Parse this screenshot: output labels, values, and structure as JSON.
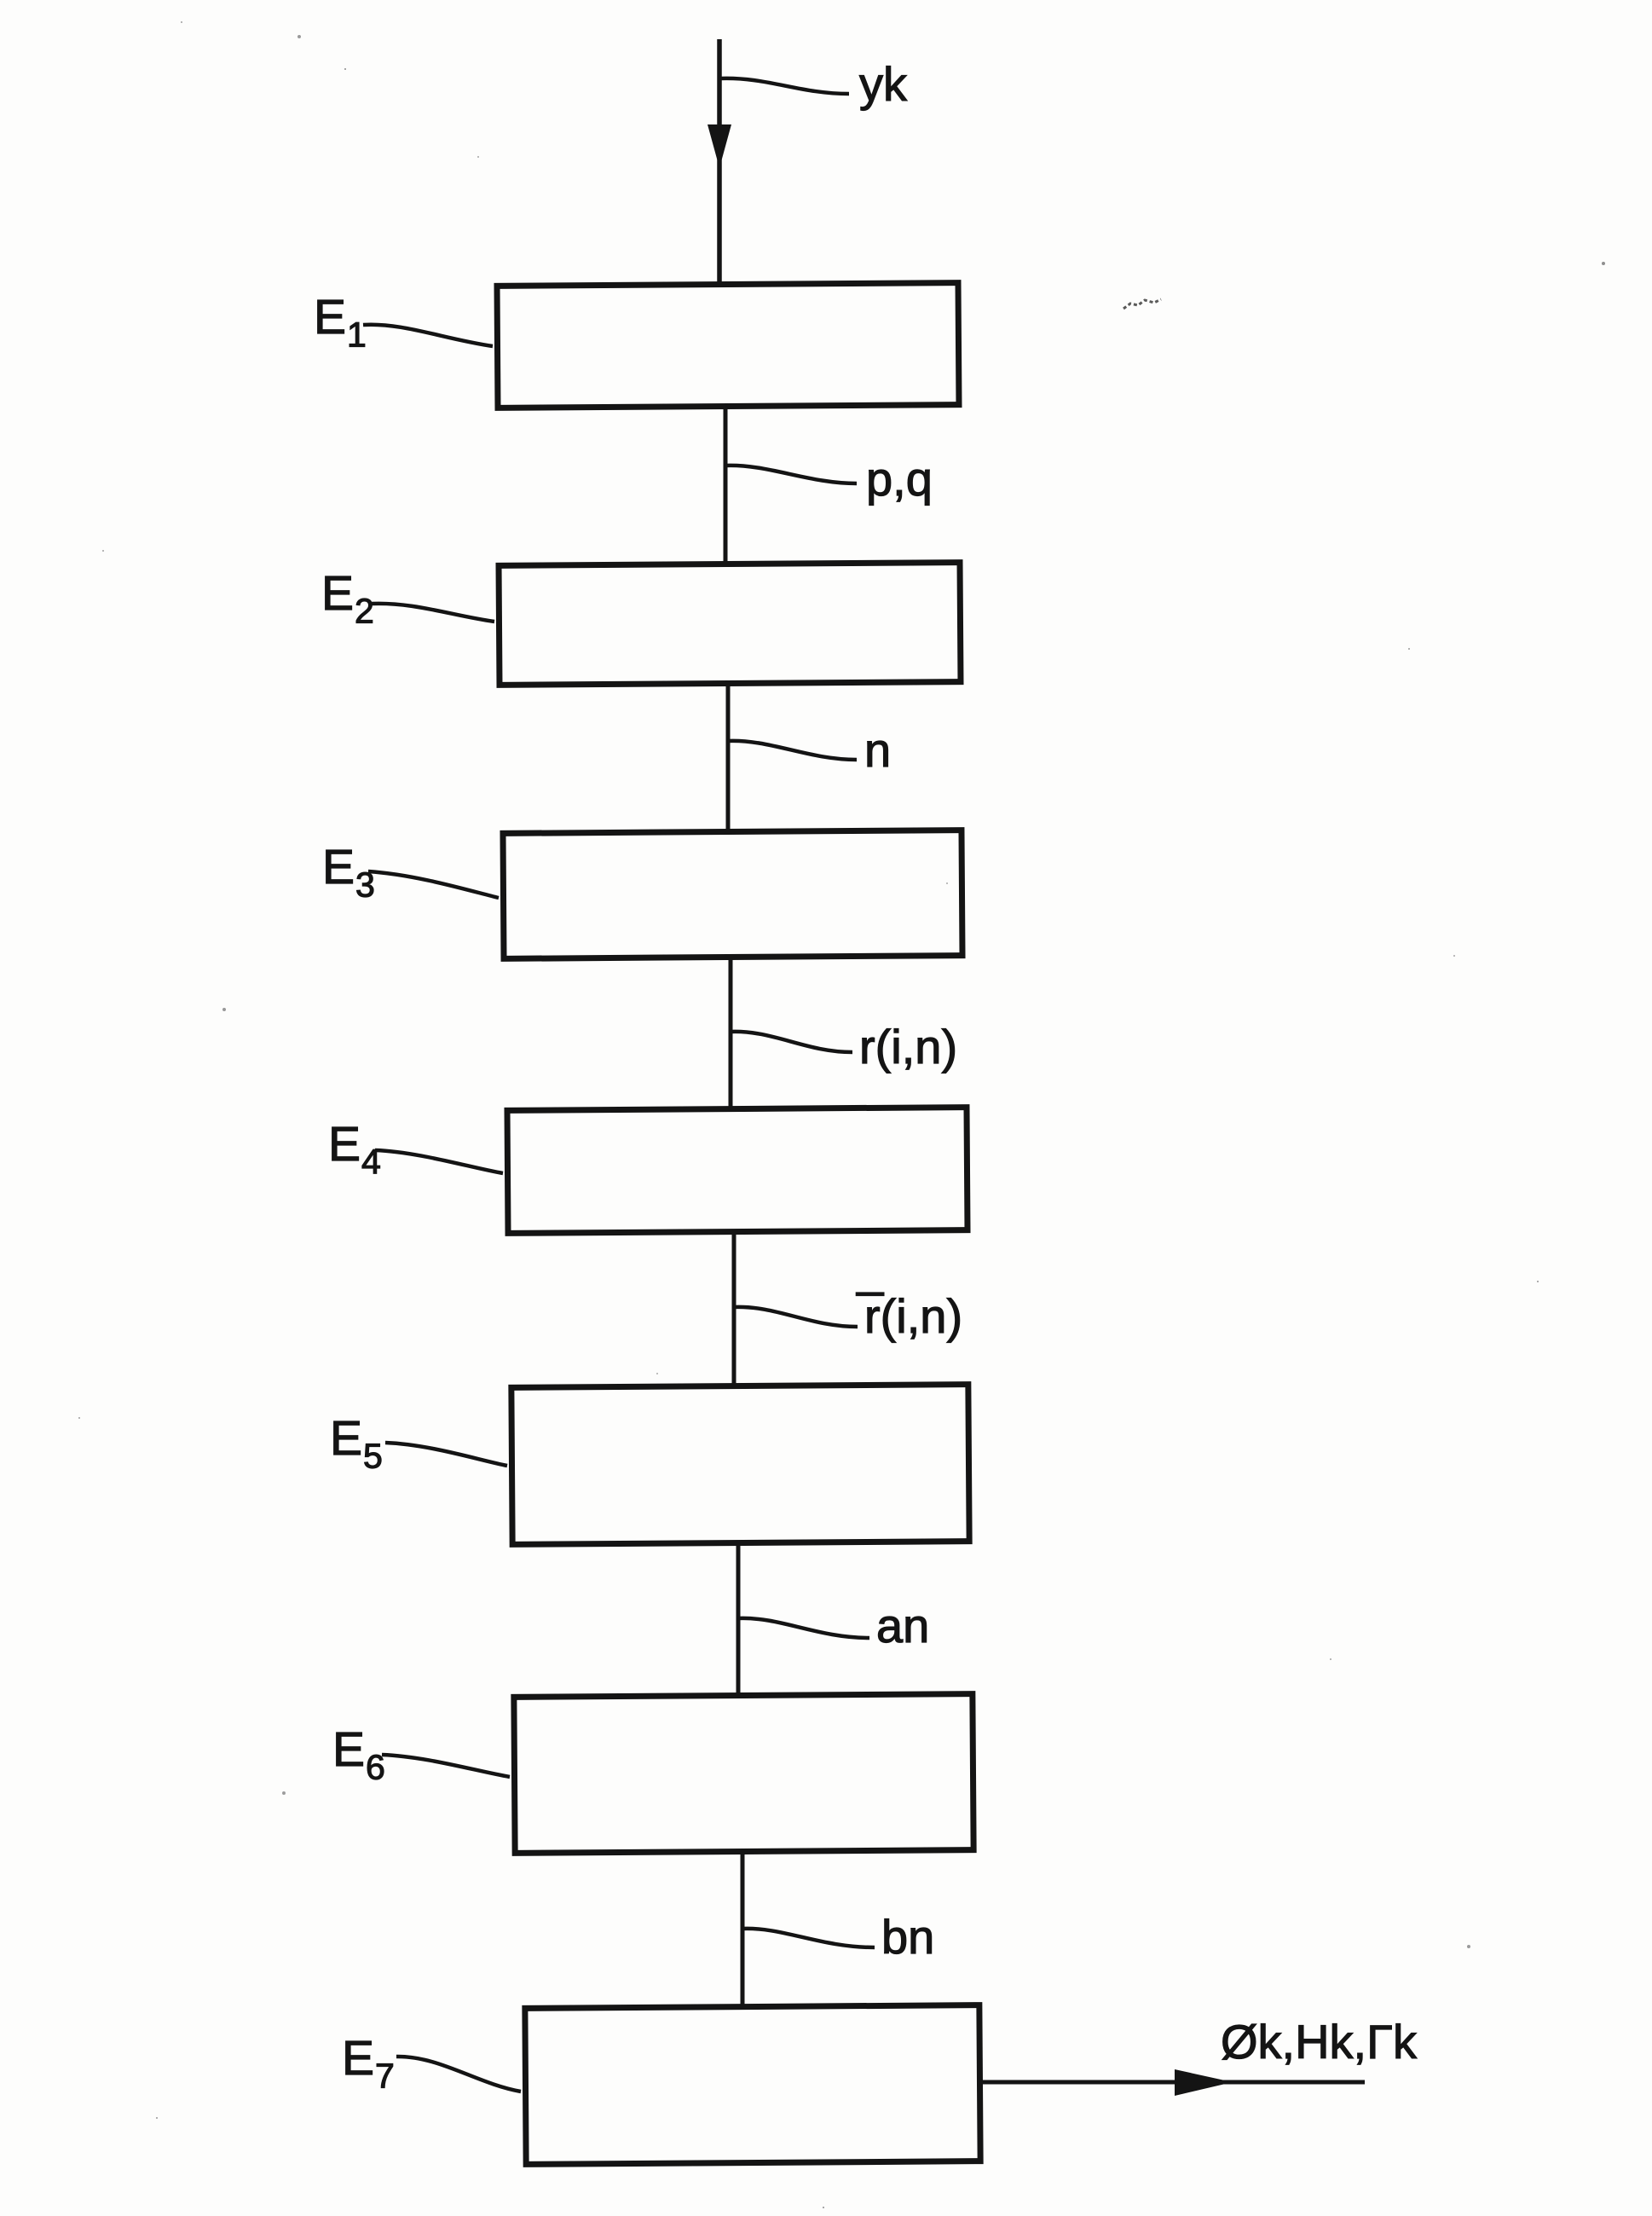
{
  "figure": {
    "input_signal": "yk",
    "output_signal": "Øk,Hk,Γk",
    "blocks": [
      {
        "name": "E1",
        "base": "E",
        "sub": "1"
      },
      {
        "name": "E2",
        "base": "E",
        "sub": "2"
      },
      {
        "name": "E3",
        "base": "E",
        "sub": "3"
      },
      {
        "name": "E4",
        "base": "E",
        "sub": "4"
      },
      {
        "name": "E5",
        "base": "E",
        "sub": "5"
      },
      {
        "name": "E6",
        "base": "E",
        "sub": "6"
      },
      {
        "name": "E7",
        "base": "E",
        "sub": "7"
      }
    ],
    "signals": [
      "p,q",
      "n",
      "r(i,n)",
      "r̅(i,n)",
      "an",
      "bn"
    ],
    "colors": {
      "ink": "#141414",
      "paper": "#fdfdfc"
    }
  }
}
